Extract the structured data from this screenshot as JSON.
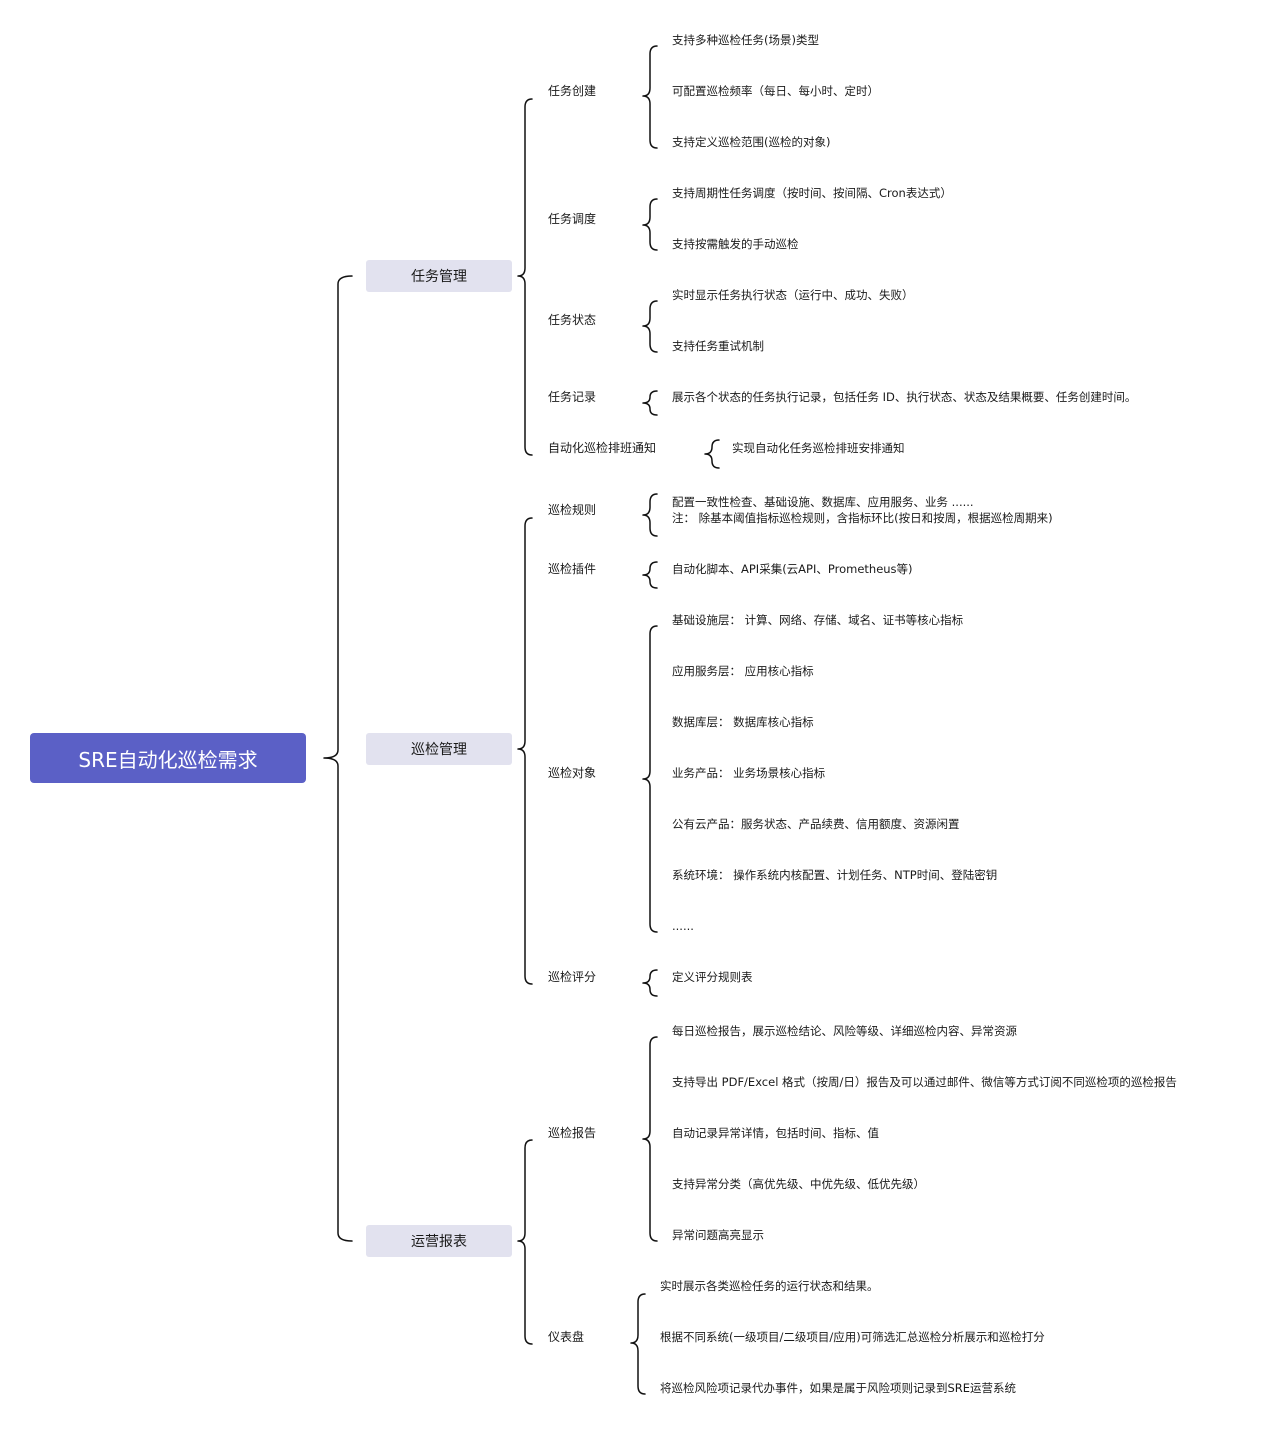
{
  "root": "SRE自动化巡检需求",
  "sections": [
    {
      "label": "任务管理",
      "children": [
        {
          "label": "任务创建",
          "items": [
            "支持多种巡检任务(场景)类型",
            "可配置巡检频率（每日、每小时、定时）",
            "支持定义巡检范围(巡检的对象)"
          ]
        },
        {
          "label": "任务调度",
          "items": [
            "支持周期性任务调度（按时间、按间隔、Cron表达式）",
            "支持按需触发的手动巡检"
          ]
        },
        {
          "label": "任务状态",
          "items": [
            "实时显示任务执行状态（运行中、成功、失败）",
            "支持任务重试机制"
          ]
        },
        {
          "label": "任务记录",
          "items": [
            "展示各个状态的任务执行记录，包括任务 ID、执行状态、状态及结果概要、任务创建时间。"
          ]
        },
        {
          "label": "自动化巡检排班通知",
          "items": [
            "实现自动化任务巡检排班安排通知"
          ]
        }
      ]
    },
    {
      "label": "巡检管理",
      "children": [
        {
          "label": "巡检规则",
          "items": [
            "配置一致性检查、基础设施、数据库、应用服务、业务 ......",
            "注：  除基本阈值指标巡检规则，含指标环比(按日和按周，根据巡检周期来)"
          ]
        },
        {
          "label": "巡检插件",
          "items": [
            "自动化脚本、API采集(云API、Prometheus等)"
          ]
        },
        {
          "label": "巡检对象",
          "items": [
            "基础设施层：  计算、网络、存储、域名、证书等核心指标",
            "应用服务层：  应用核心指标",
            "数据库层：  数据库核心指标",
            "业务产品：  业务场景核心指标",
            "公有云产品：服务状态、产品续费、信用额度、资源闲置",
            "系统环境：  操作系统内核配置、计划任务、NTP时间、登陆密钥",
            "......"
          ]
        },
        {
          "label": "巡检评分",
          "items": [
            "定义评分规则表"
          ]
        }
      ]
    },
    {
      "label": "运营报表",
      "children": [
        {
          "label": "巡检报告",
          "items": [
            "每日巡检报告，展示巡检结论、风险等级、详细巡检内容、异常资源",
            "支持导出 PDF/Excel 格式（按周/日）报告及可以通过邮件、微信等方式订阅不同巡检项的巡检报告",
            "自动记录异常详情，包括时间、指标、值",
            "支持异常分类（高优先级、中优先级、低优先级）",
            "异常问题高亮显示"
          ]
        },
        {
          "label": "仪表盘",
          "items": [
            "实时展示各类巡检任务的运行状态和结果。",
            "根据不同系统(一级项目/二级项目/应用)可筛选汇总巡检分析展示和巡检打分",
            "将巡检风险项记录代办事件，如果是属于风险项则记录到SRE运营系统"
          ]
        }
      ]
    }
  ]
}
